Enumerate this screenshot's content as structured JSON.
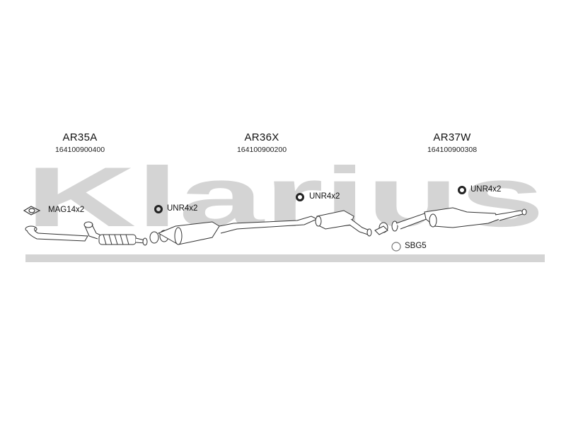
{
  "watermark": {
    "text": "Klarius",
    "color": "#d4d4d4"
  },
  "parts": [
    {
      "code": "AR35A",
      "number": "164100900400"
    },
    {
      "code": "AR36X",
      "number": "164100900200"
    },
    {
      "code": "AR37W",
      "number": "164100900308"
    }
  ],
  "fittings": [
    {
      "label": "MAG14x2",
      "icon": "gasket-icon"
    },
    {
      "label": "UNR4x2",
      "icon": "rubber-ring-icon"
    },
    {
      "label": "UNR4x2",
      "icon": "rubber-ring-icon"
    },
    {
      "label": "UNR4x2",
      "icon": "rubber-ring-icon"
    },
    {
      "label": "SBG5",
      "icon": "ring-icon"
    }
  ],
  "colors": {
    "line": "#333333",
    "fill": "#ffffff"
  }
}
